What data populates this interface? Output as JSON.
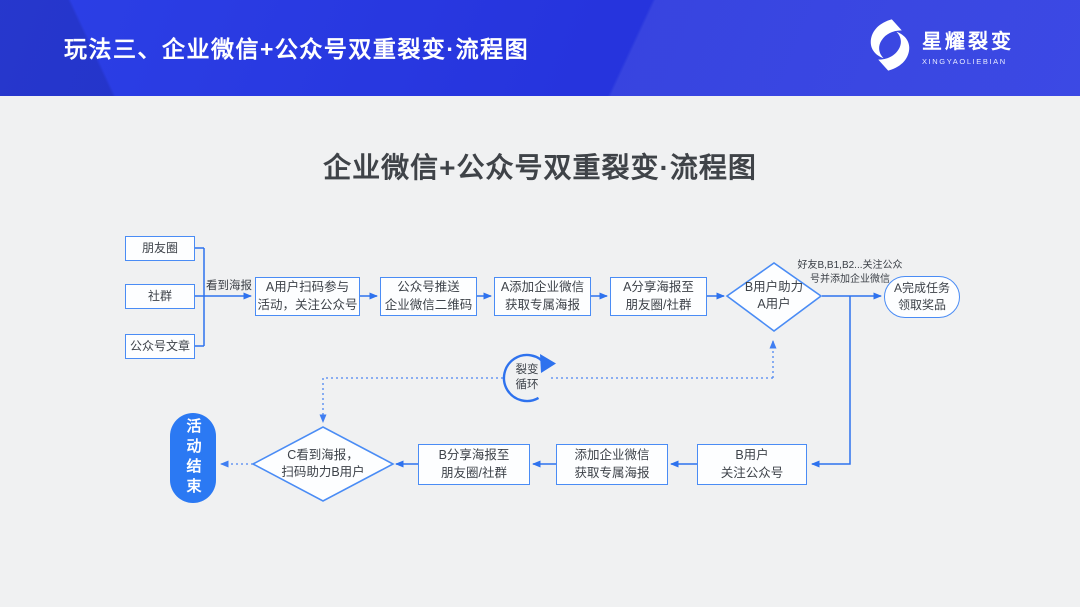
{
  "header": {
    "title": "玩法三、企业微信+公众号双重裂变·流程图",
    "logo_name": "星耀裂变",
    "logo_subtitle": "XINGYAOLIEBIAN"
  },
  "diagram": {
    "title": "企业微信+公众号双重裂变·流程图",
    "sources": [
      {
        "label": "朋友圈"
      },
      {
        "label": "社群"
      },
      {
        "label": "公众号文章"
      }
    ],
    "edge_labels": {
      "see_poster": "看到海报",
      "friends_note": "好友B,B1,B2...关注公众\n号并添加企业微信"
    },
    "nodes": {
      "a_scan": "A用户扫码参与\n活动，关注公众号",
      "push_qr": "公众号推送\n企业微信二维码",
      "a_add": "A添加企业微信\n获取专属海报",
      "a_share": "A分享海报至\n朋友圈/社群",
      "b_assist": "B用户助力\nA用户",
      "a_reward": "A完成任务\n领取奖品",
      "b_follow": "B用户\n关注公众号",
      "b_add": "添加企业微信\n获取专属海报",
      "b_share": "B分享海报至\n朋友圈/社群",
      "c_scan": "C看到海报，\n扫码助力B用户",
      "loop": "裂变\n循环",
      "end": "活动结束"
    }
  },
  "colors": {
    "header_blue": "#2634dd",
    "accent_blue": "#2e72ee",
    "box_border": "#4a8cf5",
    "end_fill": "#2b79f3",
    "text_dark": "#3d4249"
  }
}
